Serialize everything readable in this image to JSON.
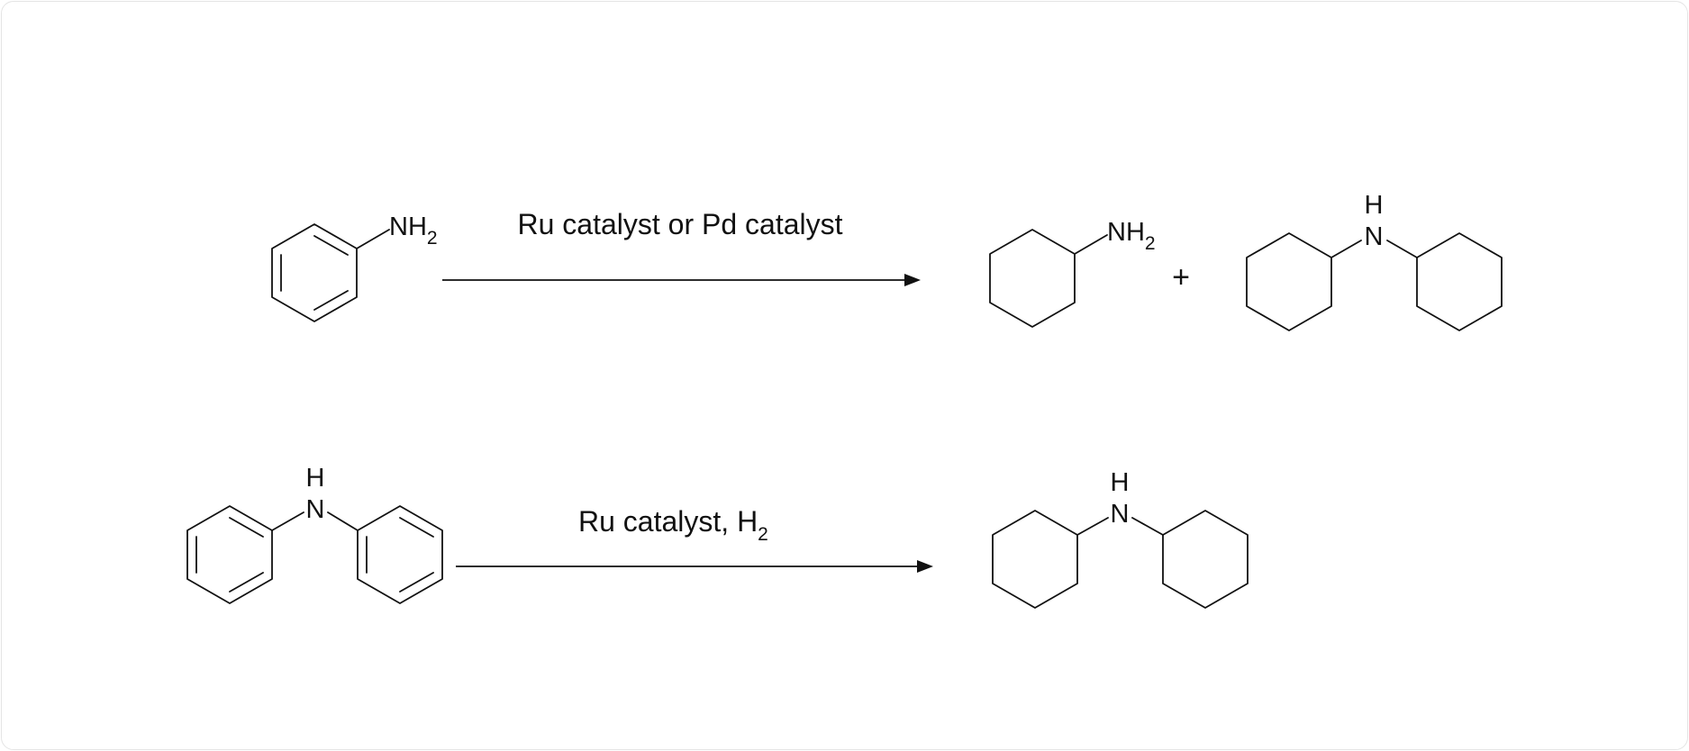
{
  "reactions": [
    {
      "reactant": "aniline",
      "reactant_group": {
        "main": "NH",
        "sub": "2"
      },
      "conditions": {
        "text": "Ru catalyst or Pd catalyst"
      },
      "products": [
        {
          "name": "cyclohexylamine",
          "group": {
            "main": "NH",
            "sub": "2"
          }
        },
        {
          "name": "dicyclohexylamine",
          "h": "H",
          "n": "N"
        }
      ],
      "plus": "+"
    },
    {
      "reactant": "diphenylamine",
      "reactant_group": {
        "h": "H",
        "n": "N"
      },
      "conditions": {
        "text": "Ru catalyst, H",
        "sub": "2"
      },
      "products": [
        {
          "name": "dicyclohexylamine",
          "h": "H",
          "n": "N"
        }
      ]
    }
  ]
}
